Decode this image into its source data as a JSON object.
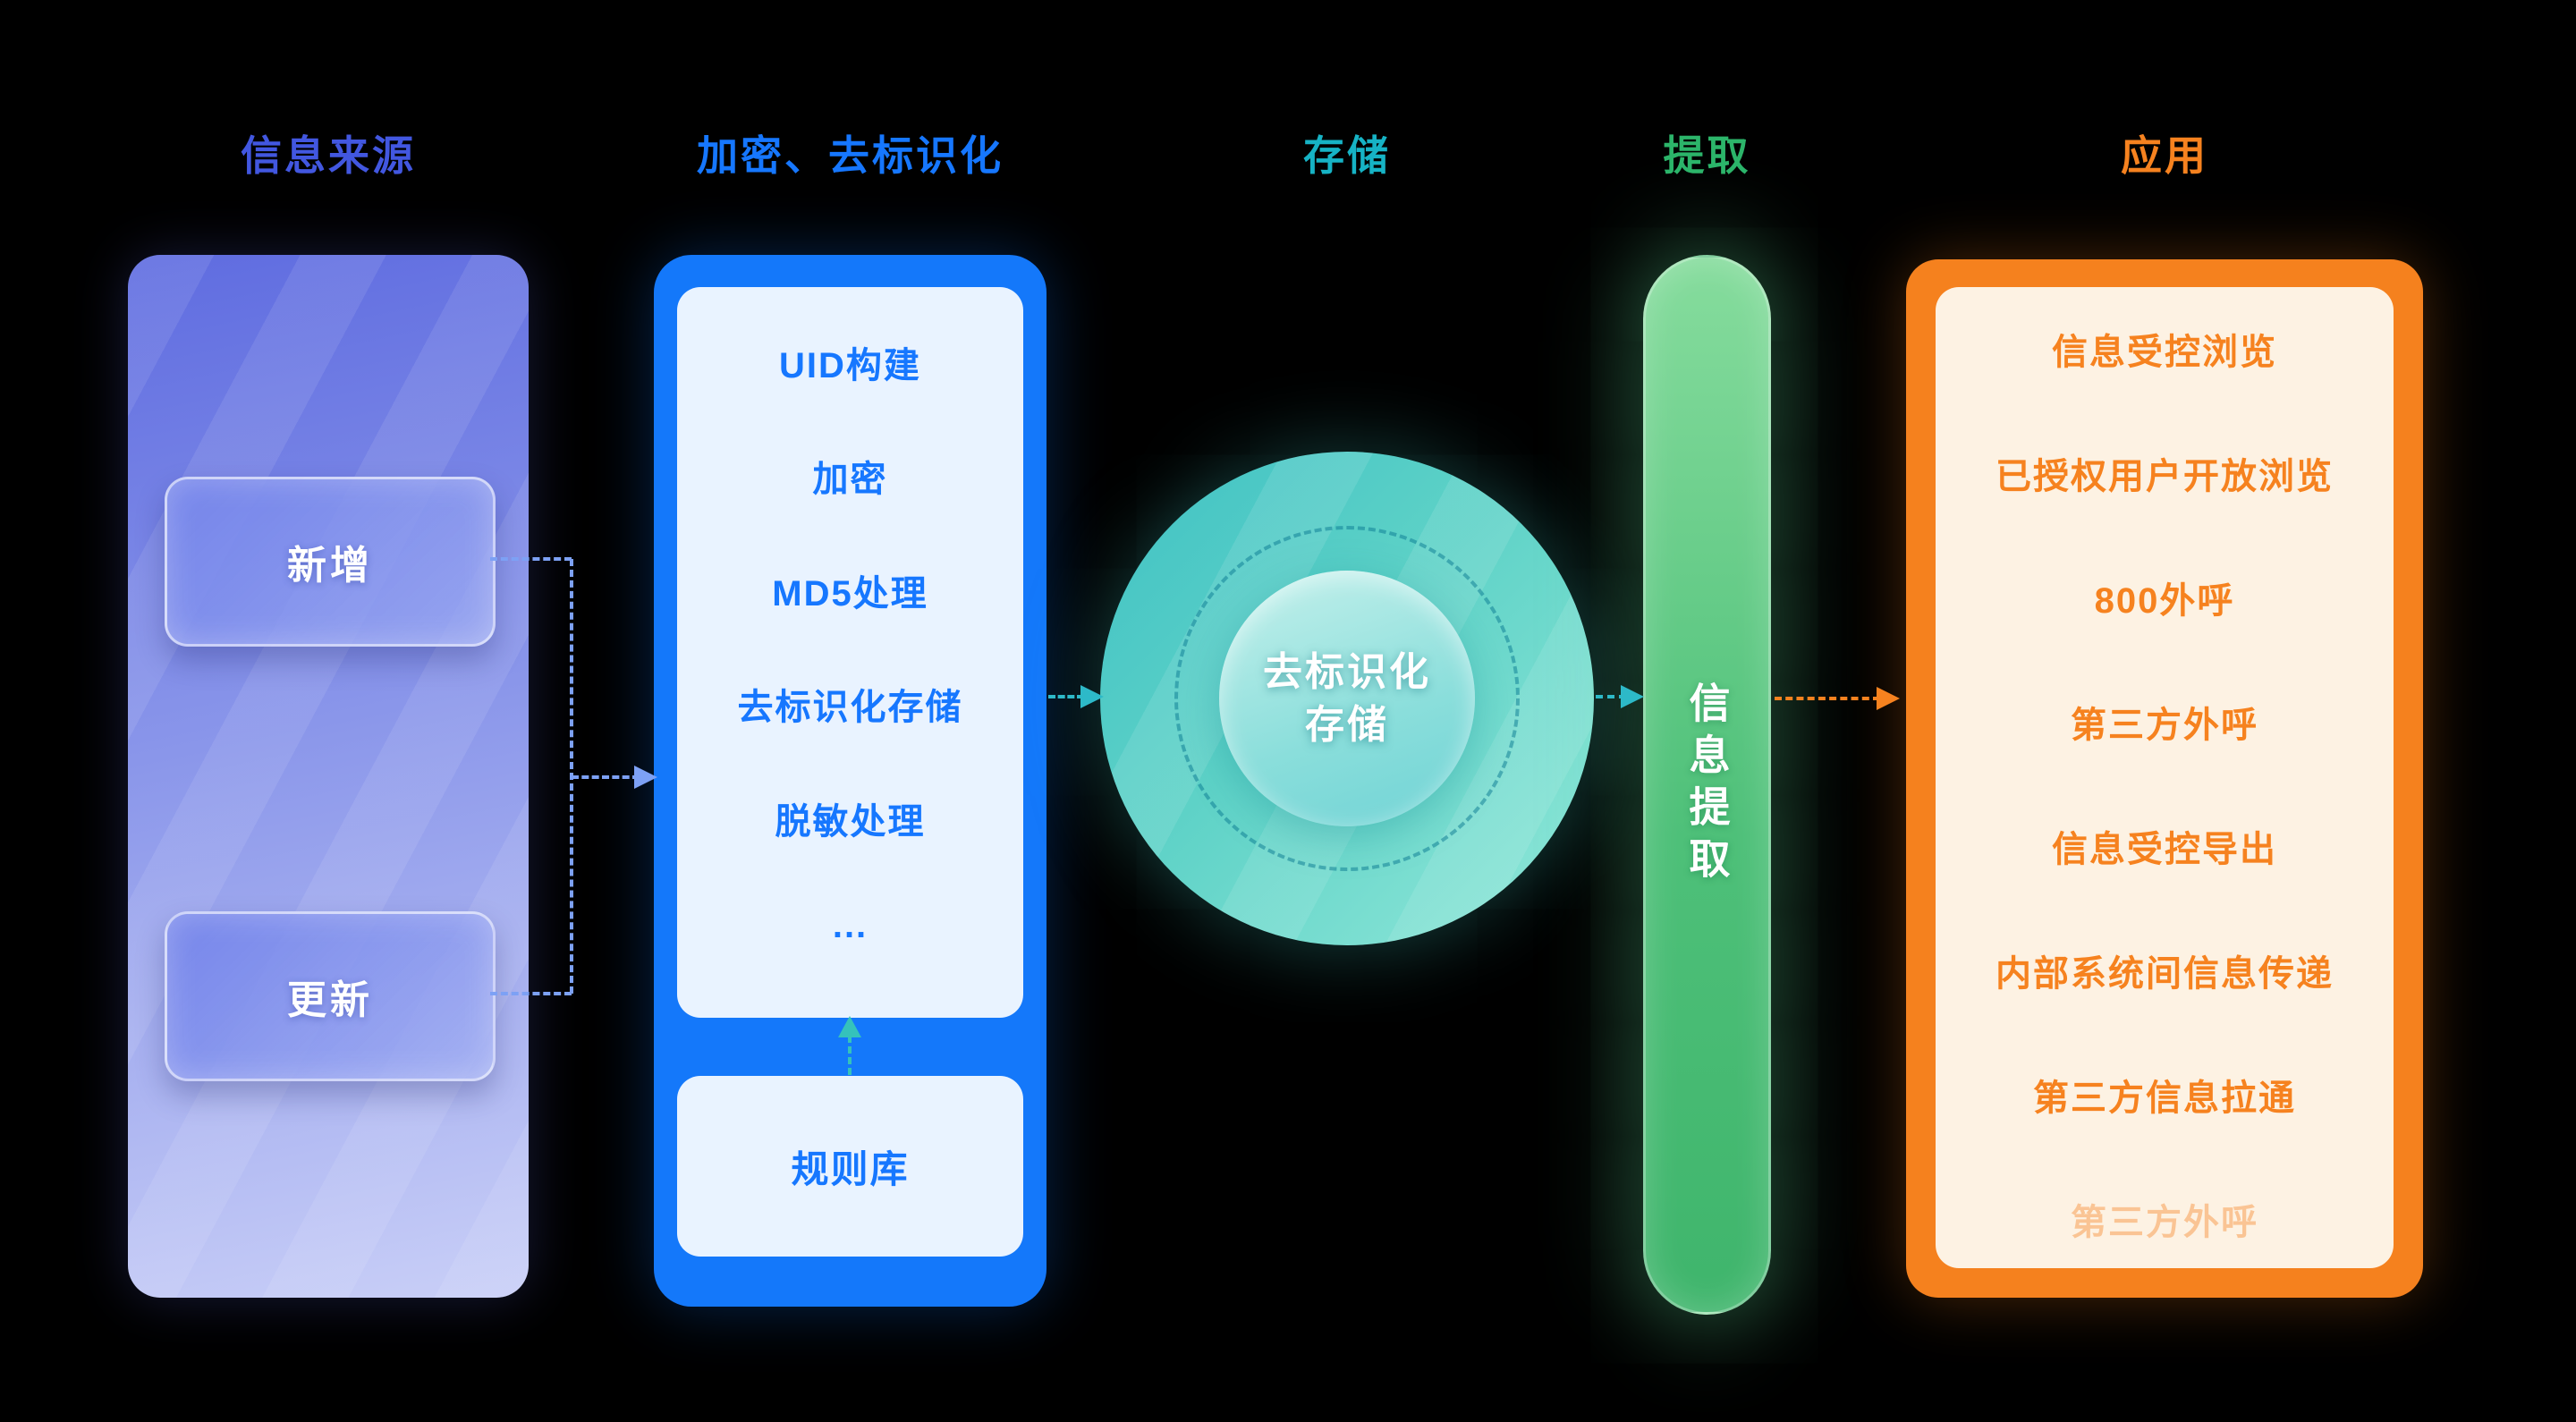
{
  "stages": {
    "source": {
      "title": "信息来源",
      "nodes": [
        "新增",
        "更新"
      ]
    },
    "process": {
      "title": "加密、去标识化",
      "steps": [
        "UID构建",
        "加密",
        "MD5处理",
        "去标识化存储",
        "脱敏处理",
        "..."
      ],
      "rule_library": "规则库"
    },
    "storage": {
      "title": "存储",
      "core_lines": [
        "去标识化",
        "存储"
      ]
    },
    "extract": {
      "title": "提取",
      "label": "信息提取"
    },
    "application": {
      "title": "应用",
      "items": [
        "信息受控浏览",
        "已授权用户开放浏览",
        "800外呼",
        "第三方外呼",
        "信息受控导出",
        "内部系统间信息传递",
        "第三方信息拉通",
        "第三方外呼"
      ]
    }
  },
  "colors": {
    "background": "#000000",
    "source_accent": "#4257e0",
    "process_accent": "#1677ff",
    "storage_accent": "#16b3c5",
    "extract_accent": "#2cb56a",
    "application_accent": "#f6821f"
  }
}
